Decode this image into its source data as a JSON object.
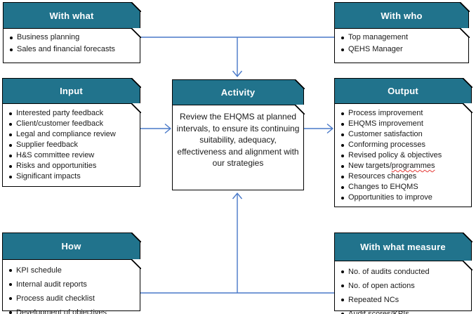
{
  "diagram": {
    "colors": {
      "header_bg": "#21738C",
      "header_text": "#FFFFFF",
      "box_border": "#000000",
      "connector": "#4878C8",
      "squiggle": "#E53935",
      "body_bg": "#FFFFFF",
      "page_bg": "#FFFFFF",
      "body_text": "#1A1A1A"
    },
    "boxes": {
      "with_what": {
        "title": "With what",
        "items": [
          "Business planning",
          "Sales and financial forecasts"
        ]
      },
      "with_who": {
        "title": "With who",
        "items": [
          "Top management",
          "QEHS Manager"
        ]
      },
      "input": {
        "title": "Input",
        "items": [
          "Interested party feedback",
          "Client/customer feedback",
          "Legal and compliance review",
          "Supplier feedback",
          "H&S committee review",
          "Risks and opportunities",
          "Significant impacts"
        ]
      },
      "activity": {
        "title": "Activity",
        "text": "Review the EHQMS at planned intervals, to ensure its continuing suitability, adequacy, effectiveness and alignment with our strategies"
      },
      "output": {
        "title": "Output",
        "items": [
          "Process improvement",
          "EHQMS improvement",
          "Customer satisfaction",
          "Conforming processes",
          "Revised policy & objectives",
          "New targets/programmes",
          "Resources changes",
          "Changes to EHQMS",
          "Opportunities to improve"
        ],
        "misspelled_word": "programmes"
      },
      "how": {
        "title": "How",
        "items": [
          "KPI schedule",
          "Internal audit reports",
          "Process audit checklist",
          "Development of objectives"
        ]
      },
      "measure": {
        "title": "With what measure",
        "items": [
          "No. of audits conducted",
          "No. of open actions",
          "Repeated NCs",
          "Audit scores/KPIs"
        ]
      }
    }
  }
}
